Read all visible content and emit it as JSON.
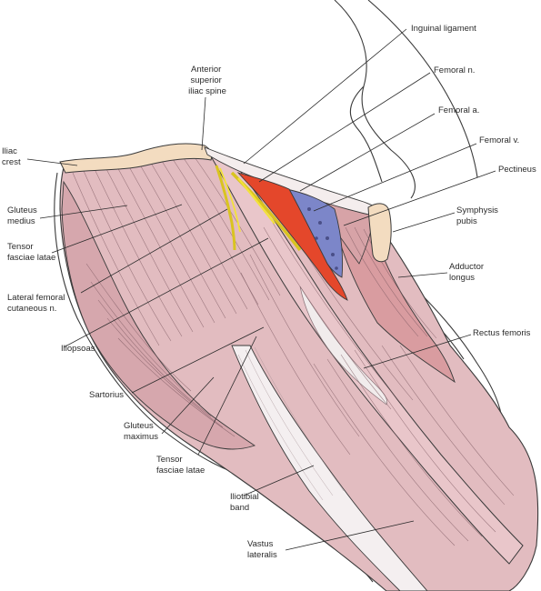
{
  "figure": {
    "labels": {
      "inguinal_ligament": "Inguinal ligament",
      "anterior_superior_iliac_spine": [
        "Anterior",
        "superior",
        "iliac spine"
      ],
      "femoral_n": "Femoral n.",
      "femoral_a": "Femoral a.",
      "femoral_v": "Femoral v.",
      "pectineus": "Pectineus",
      "iliac_crest": [
        "Iliac",
        "crest"
      ],
      "gluteus_medius": [
        "Gluteus",
        "medius"
      ],
      "symphysis_pubis": [
        "Symphysis",
        "pubis"
      ],
      "tensor_fasciae_latae_upper": [
        "Tensor",
        "fasciae latae"
      ],
      "adductor_longus": [
        "Adductor",
        "longus"
      ],
      "lateral_femoral_cutaneous_n": [
        "Lateral femoral",
        "cutaneous n."
      ],
      "rectus_femoris": "Rectus femoris",
      "iliopsoas": "Iliopsoas",
      "sartorius": "Sartorius",
      "gluteus_maximus": [
        "Gluteus",
        "maximus"
      ],
      "tensor_fasciae_latae_lower": [
        "Tensor",
        "fasciae latae"
      ],
      "iliotibial_band": [
        "Iliotibial",
        "band"
      ],
      "vastus_lateralis": [
        "Vastus",
        "lateralis"
      ]
    },
    "colors": {
      "muscle": "#e2bcc0",
      "muscle_dark": "#c9959b",
      "bone": "#f3dcc0",
      "artery": "#e4472b",
      "vein": "#7c86c9",
      "nerve": "#f2e23a",
      "tendon": "#f6f3f3"
    }
  }
}
